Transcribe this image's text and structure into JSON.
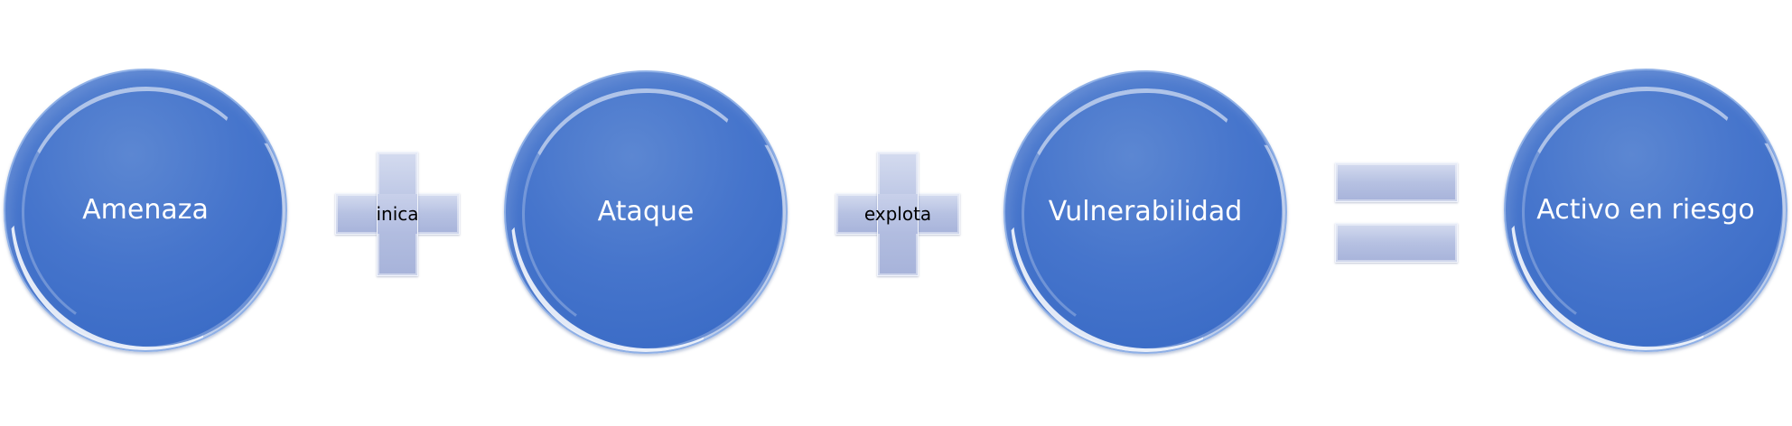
{
  "diagram": {
    "circles": [
      {
        "label": "Amenaza"
      },
      {
        "label": "Ataque"
      },
      {
        "label": "Vulnerabilidad"
      },
      {
        "label": "Activo en riesgo"
      }
    ],
    "operators": [
      {
        "type": "plus",
        "label": "inica"
      },
      {
        "type": "plus",
        "label": "explota"
      },
      {
        "type": "equals",
        "label": ""
      }
    ],
    "colors": {
      "circle_fill": "#4675cc",
      "operator_fill": "#b6c1e2",
      "circle_text": "#ffffff",
      "operator_text": "#000000"
    }
  }
}
